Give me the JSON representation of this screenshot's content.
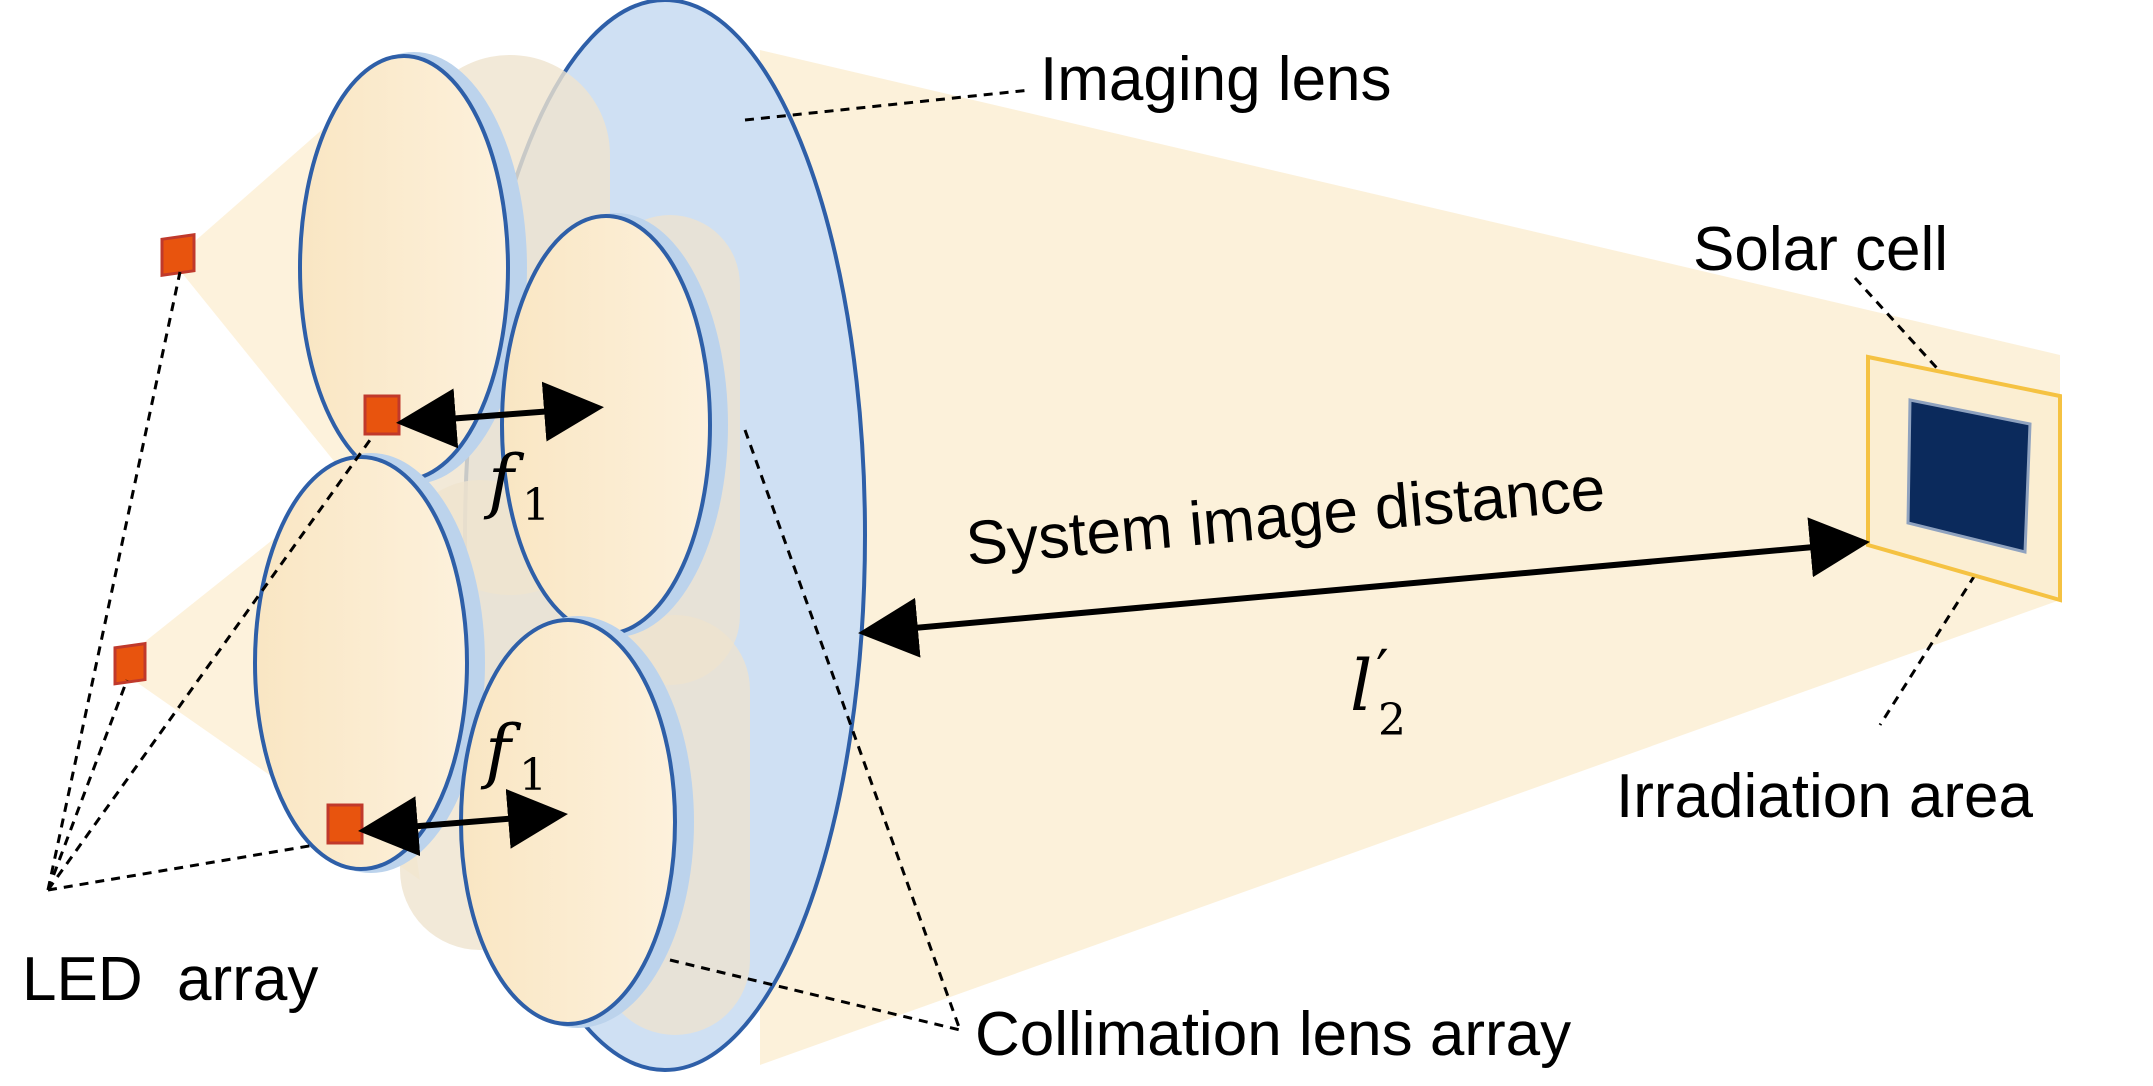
{
  "labels": {
    "imaging_lens": "Imaging lens",
    "solar_cell": "Solar cell",
    "system_image_distance": "System image distance",
    "irradiation_area": "Irradiation area",
    "led_array": "LED  array",
    "collimation_lens_array": "Collimation lens array"
  },
  "math": {
    "focal_symbol": "f",
    "focal_subscript": "1",
    "image_distance_symbol": "l",
    "image_distance_prime": "′",
    "image_distance_subscript": "2"
  },
  "colors": {
    "light_beam": "#fcefd3",
    "lens_fill": "#fbe8c6",
    "lens_rim": "#bcd3ec",
    "lens_edge": "#2e5fa8",
    "imaging_lens_fill": "#cfe0f3",
    "led_fill": "#e8540e",
    "led_edge": "#c0392b",
    "solar_cell": "#0b2a5c",
    "irradiation_border": "#f5c242"
  }
}
